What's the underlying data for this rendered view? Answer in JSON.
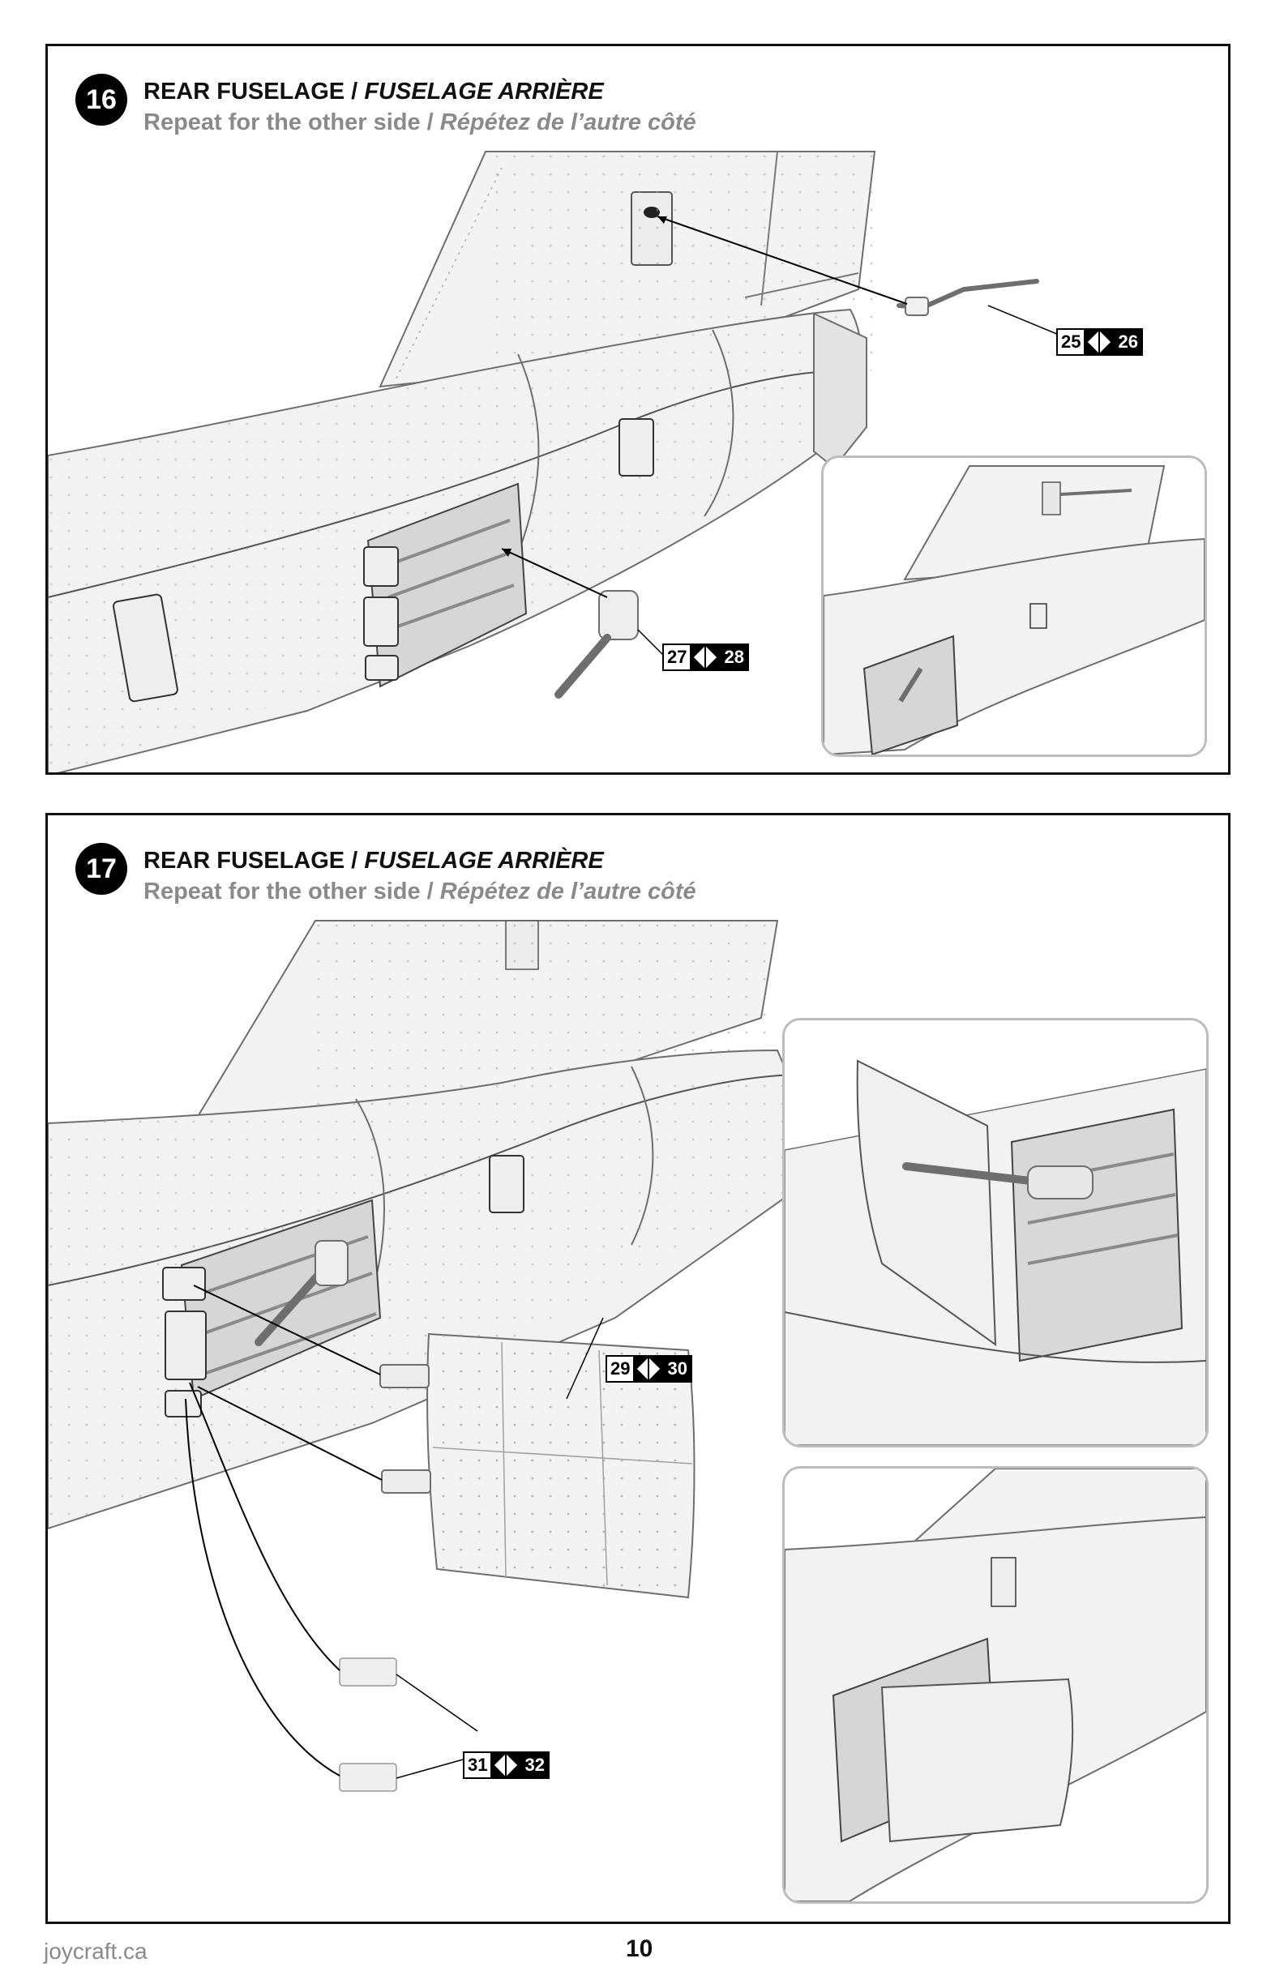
{
  "steps": [
    {
      "number": "16",
      "title_en": "REAR FUSELAGE / ",
      "title_fr": "FUSELAGE ARRIÈRE",
      "subtitle_en": "Repeat for the other side / ",
      "subtitle_fr": "Répétez de l’autre côté",
      "part_labels": [
        {
          "left": "25",
          "right": "26"
        },
        {
          "left": "27",
          "right": "28"
        }
      ]
    },
    {
      "number": "17",
      "title_en": "REAR FUSELAGE / ",
      "title_fr": "FUSELAGE ARRIÈRE",
      "subtitle_en": "Repeat for the other side / ",
      "subtitle_fr": "Répétez de l’autre côté",
      "part_labels": [
        {
          "left": "29",
          "right": "30"
        },
        {
          "left": "31",
          "right": "32"
        }
      ]
    }
  ],
  "footer": {
    "site": "joycraft.ca",
    "page_number": "10"
  },
  "colors": {
    "frame": "#111111",
    "subtitle_gray": "#8a8a8a",
    "inset_border": "#bdbdbd",
    "model_fill": "#f2f2f2",
    "model_line": "#6e6e6e"
  }
}
